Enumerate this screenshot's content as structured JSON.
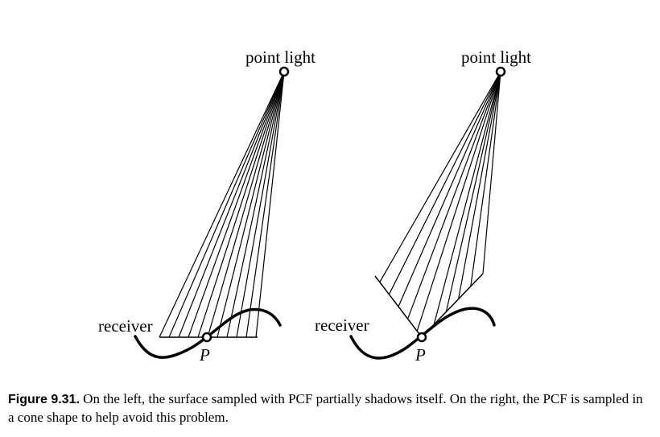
{
  "figure": {
    "left": {
      "light_label": "point light",
      "receiver_label": "receiver",
      "point_label": "P"
    },
    "right": {
      "light_label": "point light",
      "receiver_label": "receiver",
      "point_label": "P"
    }
  },
  "caption": {
    "label": "Figure 9.31.",
    "text": " On the left, the surface sampled with PCF partially shadows itself. On the right, the PCF is sampled in a cone shape to help avoid this problem."
  }
}
